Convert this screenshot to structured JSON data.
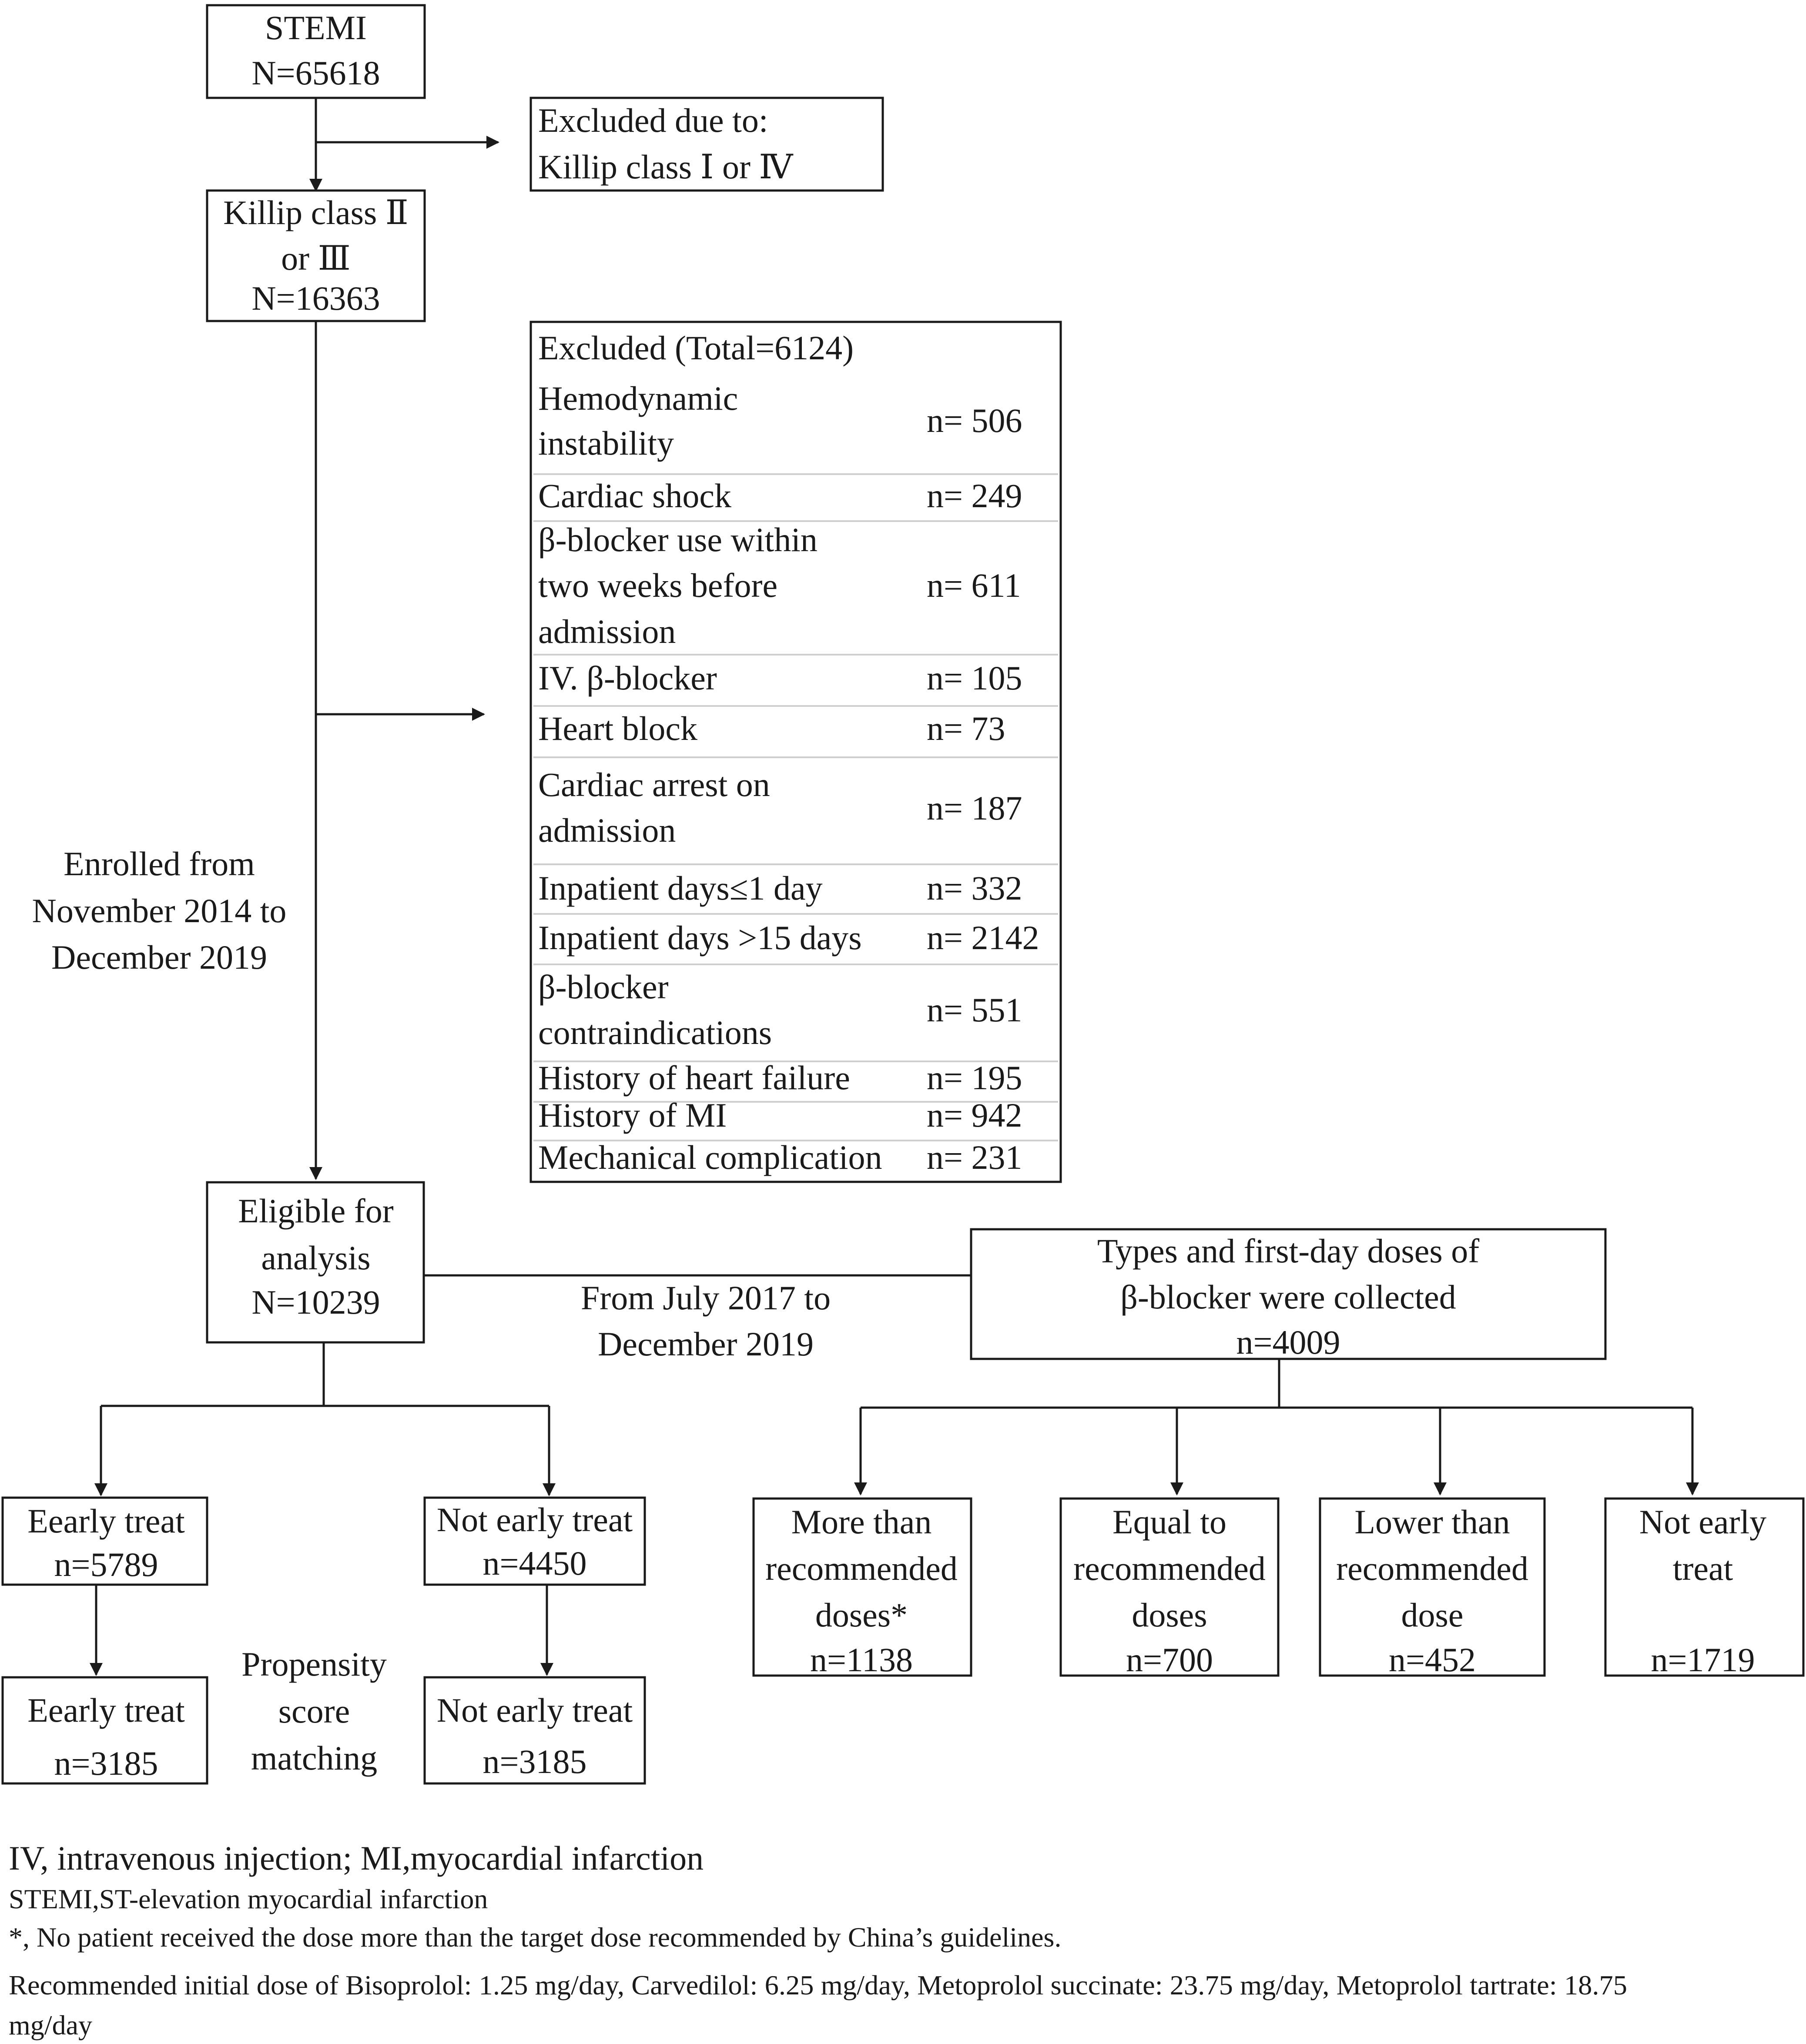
{
  "flow": {
    "stemi": {
      "line1": "STEMI",
      "line2": "N=65618"
    },
    "excluded_killip": {
      "line1": "Excluded due to:",
      "line2": "Killip class Ⅰ or Ⅳ"
    },
    "killip": {
      "line1": "Killip class Ⅱ",
      "line2": "or Ⅲ",
      "line3": "N=16363"
    },
    "excluded_total": {
      "title": "Excluded (Total=6124)",
      "items": [
        {
          "lines": [
            "Hemodynamic",
            "instability"
          ],
          "n": "n= 506"
        },
        {
          "lines": [
            "Cardiac shock"
          ],
          "n": "n= 249"
        },
        {
          "lines": [
            "β-blocker use within",
            "two weeks before",
            "admission"
          ],
          "n": "n= 611"
        },
        {
          "lines": [
            "IV. β-blocker"
          ],
          "n": "n= 105"
        },
        {
          "lines": [
            "Heart block"
          ],
          "n": "n= 73"
        },
        {
          "lines": [
            "Cardiac arrest on",
            "admission"
          ],
          "n": "n= 187"
        },
        {
          "lines": [
            "Inpatient days≤1 day"
          ],
          "n": "n= 332"
        },
        {
          "lines": [
            "Inpatient days >15 days"
          ],
          "n": "n= 2142"
        },
        {
          "lines": [
            "β-blocker",
            "contraindications"
          ],
          "n": "n= 551"
        },
        {
          "lines": [
            "History of heart failure"
          ],
          "n": "n= 195"
        },
        {
          "lines": [
            "History of MI"
          ],
          "n": "n= 942"
        },
        {
          "lines": [
            "Mechanical complication"
          ],
          "n": "n= 231"
        }
      ]
    },
    "enrolled": {
      "line1": "Enrolled from",
      "line2": "November 2014 to",
      "line3": "December 2019"
    },
    "eligible": {
      "line1": "Eligible for",
      "line2": "analysis",
      "line3": "N=10239"
    },
    "period": {
      "line1": "From July 2017 to",
      "line2": "December 2019"
    },
    "types": {
      "line1": "Types and first-day doses of",
      "line2": "β-blocker were collected",
      "line3": "n=4009"
    },
    "early_treat": {
      "line1": "Eearly treat",
      "line2": "n=5789"
    },
    "not_early_treat": {
      "line1": "Not early treat",
      "line2": "n=4450"
    },
    "early_matched": {
      "line1": "Eearly treat",
      "line2": "n=3185"
    },
    "not_early_matched": {
      "line1": "Not early treat",
      "line2": "n=3185"
    },
    "psm": {
      "line1": "Propensity",
      "line2": "score",
      "line3": "matching"
    },
    "more_than": {
      "line1": "More than",
      "line2": "recommended",
      "line3": "doses*",
      "line4": "n=1138"
    },
    "equal_to": {
      "line1": "Equal to",
      "line2": "recommended",
      "line3": "doses",
      "line4": "n=700"
    },
    "lower_than": {
      "line1": "Lower than",
      "line2": "recommended",
      "line3": "dose",
      "line4": "n=452"
    },
    "not_early": {
      "line1": "Not early",
      "line2": "treat",
      "line3": "n=1719"
    }
  },
  "footnotes": {
    "abbr1": "IV, intravenous injection; MI,myocardial infarction",
    "abbr2": "STEMI,ST-elevation myocardial infarction",
    "star": "*, No patient received the dose more than the target dose recommended by China’s guidelines.",
    "dose_line1": "Recommended initial dose of Bisoprolol: 1.25 mg/day, Carvedilol: 6.25 mg/day, Metoprolol succinate: 23.75 mg/day, Metoprolol tartrate: 18.75",
    "dose_line2": "mg/day"
  }
}
